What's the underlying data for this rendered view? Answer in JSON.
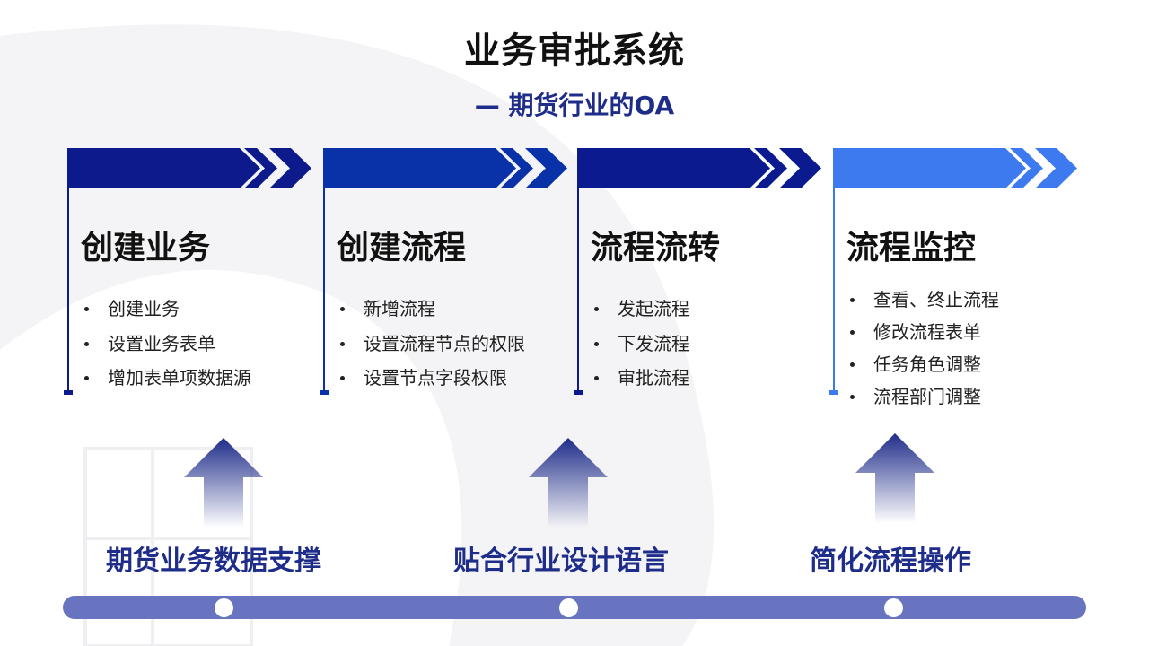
{
  "slide": {
    "title": "业务审批系统",
    "subtitle": "— 期货行业的OA"
  },
  "colors": {
    "col1": "#0d1a8c",
    "col2": "#0a32a8",
    "col3": "#0b1a8e",
    "col4": "#3d7af0",
    "label": "#1f2d8a",
    "track": "#6874c0"
  },
  "columns": [
    {
      "title": "创建业务",
      "items": [
        "创建业务",
        "设置业务表单",
        "增加表单项数据源"
      ]
    },
    {
      "title": "创建流程",
      "items": [
        "新增流程",
        "设置流程节点的权限",
        "设置节点字段权限"
      ]
    },
    {
      "title": "流程流转",
      "items": [
        "发起流程",
        "下发流程",
        "审批流程"
      ]
    },
    {
      "title": "流程监控",
      "items": [
        "查看、终止流程",
        "修改流程表单",
        "任务角色调整",
        "流程部门调整"
      ]
    }
  ],
  "features": [
    {
      "label": "期货业务数据支撑"
    },
    {
      "label": "贴合行业设计语言"
    },
    {
      "label": "简化流程操作"
    }
  ]
}
